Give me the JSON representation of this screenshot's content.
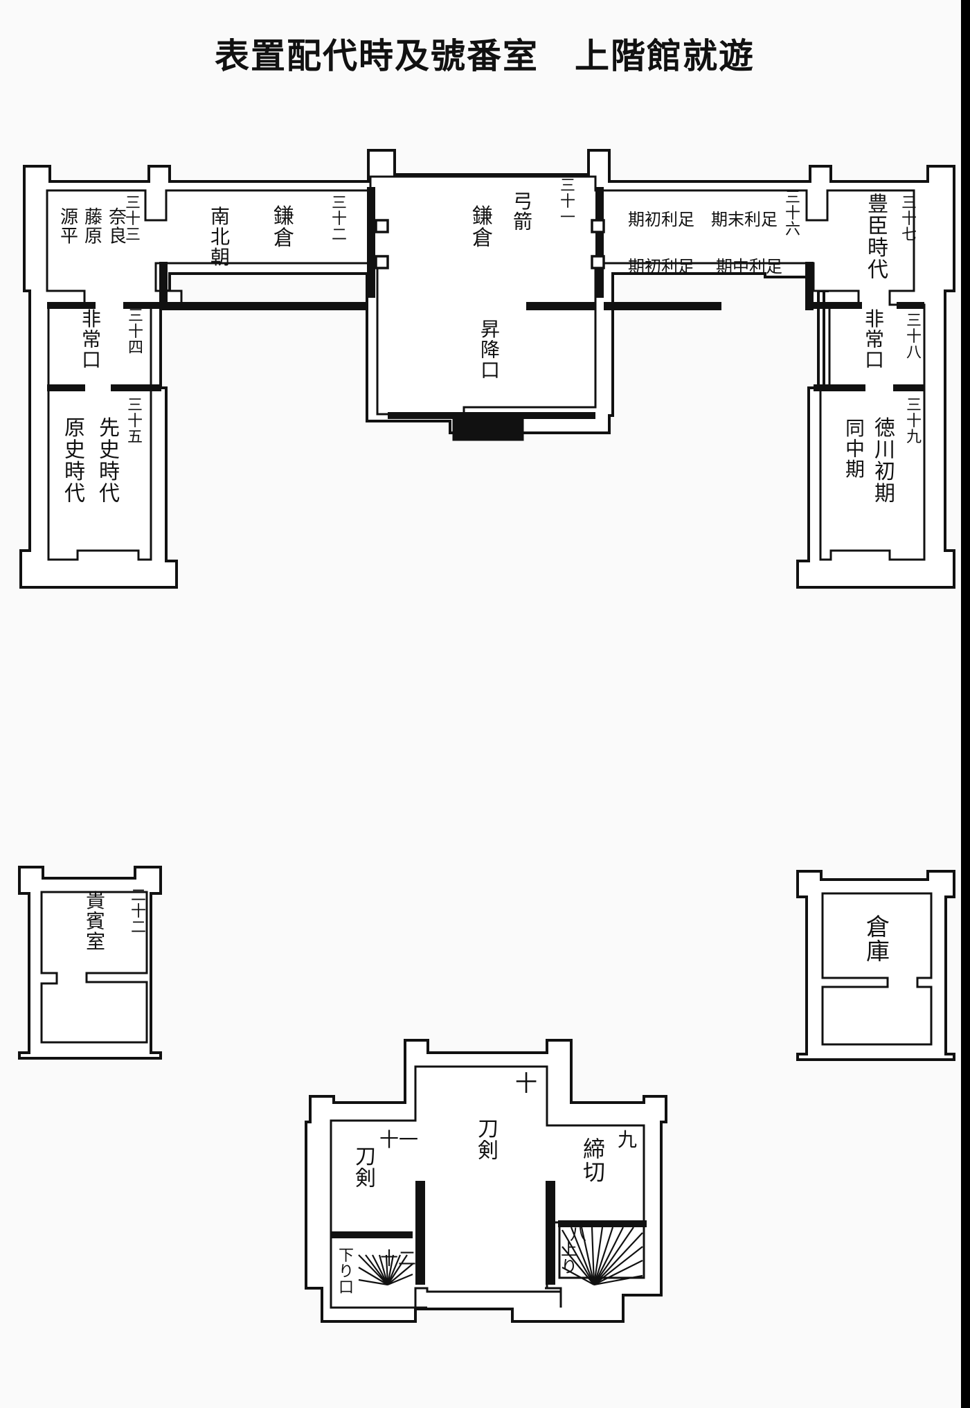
{
  "title": "表置配代時及號番室　上階館就遊",
  "rooms": {
    "r33": {
      "number": "三十三",
      "lines": [
        "奈良",
        "藤原",
        "源平"
      ]
    },
    "r32": {
      "number": "三十二",
      "lines": [
        "鎌倉",
        "南北朝"
      ]
    },
    "r31": {
      "number": "三十一",
      "lines": [
        "弓箭",
        "鎌倉"
      ]
    },
    "r36": {
      "number": "三十六",
      "lines": [
        "期初利足",
        "期末利足",
        "期初利足",
        "期中利足"
      ]
    },
    "r37": {
      "number": "三十七",
      "lines": [
        "豊臣時代"
      ]
    },
    "r34": {
      "number": "三十四",
      "lines": [
        "非常口"
      ]
    },
    "r38": {
      "number": "三十八",
      "lines": [
        "非常口"
      ]
    },
    "stair_main": {
      "lines": [
        "昇降口"
      ]
    },
    "r35": {
      "number": "三十五",
      "lines": [
        "先史時代",
        "原史時代"
      ]
    },
    "r39": {
      "number": "三十九",
      "lines": [
        "徳川初期",
        "同中期"
      ]
    },
    "r22": {
      "number": "二十二",
      "lines": [
        "貴賓室"
      ]
    },
    "storage": {
      "lines": [
        "倉庫"
      ]
    },
    "r10": {
      "number": "十",
      "lines": [
        "刀剣"
      ]
    },
    "r11": {
      "number": "十一",
      "lines": [
        "刀剣"
      ]
    },
    "r9": {
      "number": "九",
      "lines": [
        "締切"
      ]
    },
    "r12": {
      "number": "十二",
      "lines": [
        "下り口"
      ]
    },
    "r8": {
      "number": "八",
      "lines": [
        "上り口"
      ]
    }
  }
}
